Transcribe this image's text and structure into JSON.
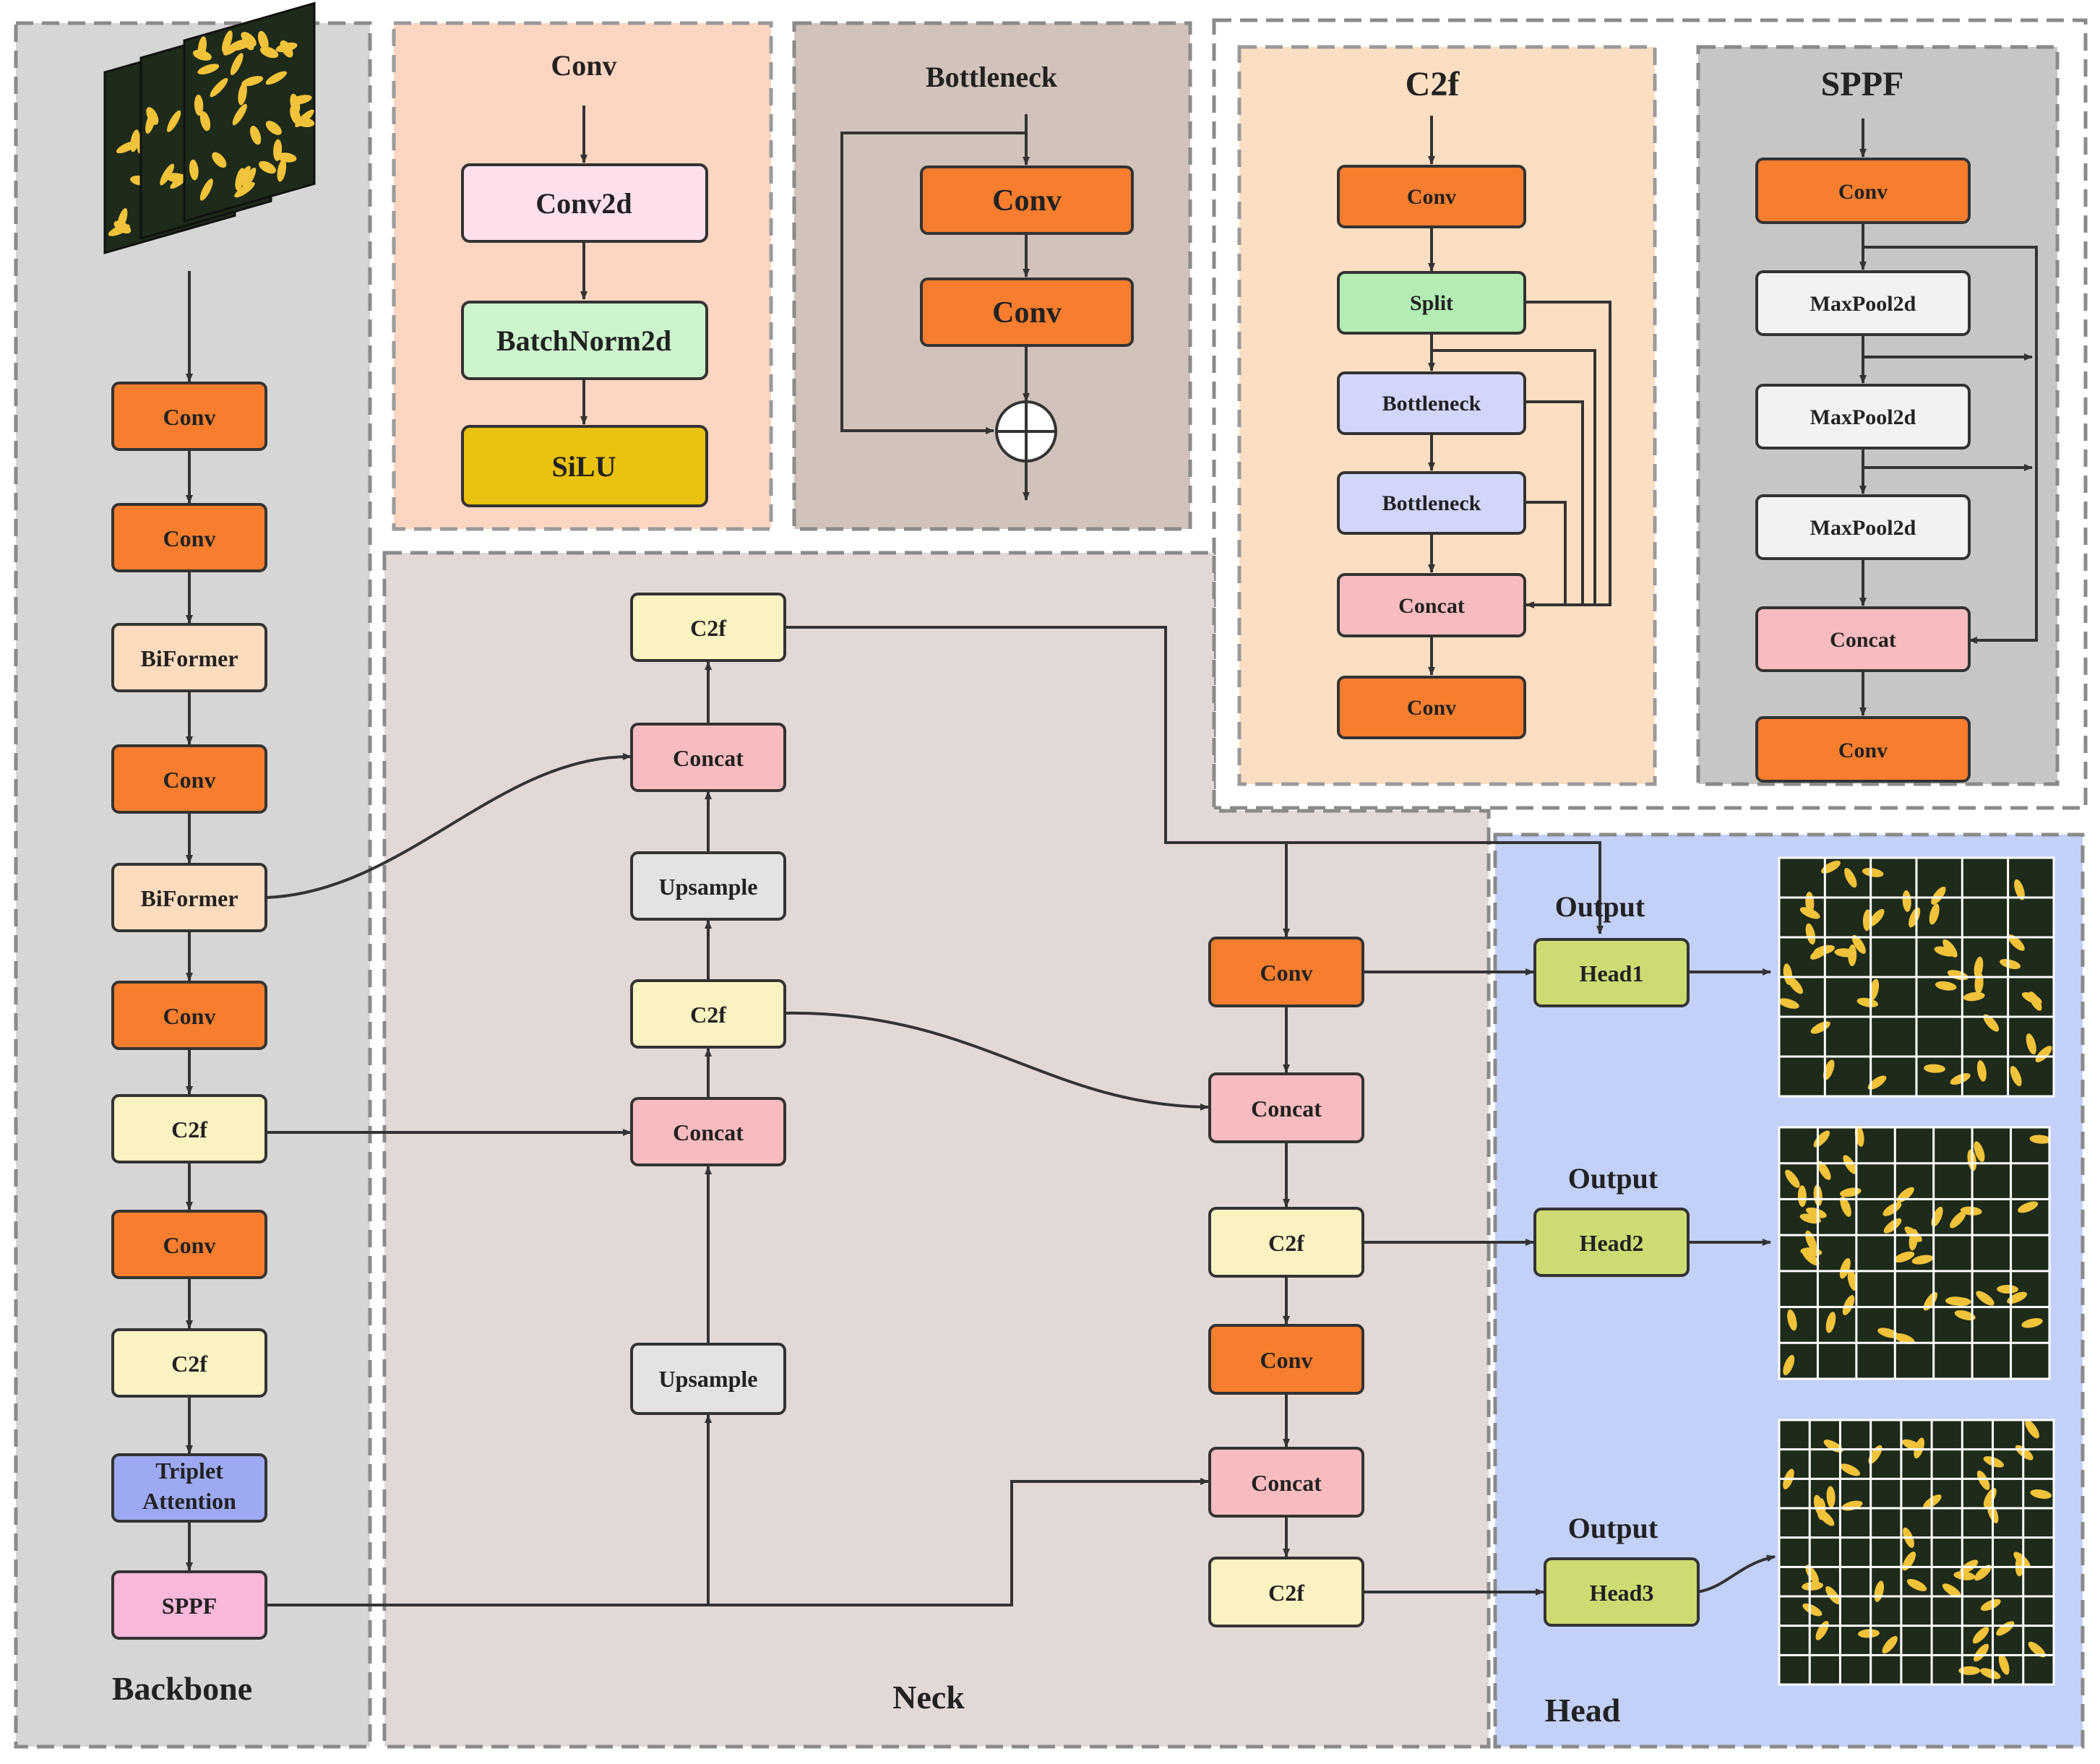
{
  "colors": {
    "conv": "#F77E2E",
    "biformer": "#FDDCBE",
    "c2f": "#FBF2C2",
    "concat": "#F8BCC0",
    "upsample": "#E3E3E3",
    "triplet": "#9EA9F3",
    "sppf_block": "#F7B8DA",
    "head": "#CEDB73",
    "conv2d": "#FDE0EC",
    "batchnorm": "#CDF5CD",
    "silu": "#E9C20F",
    "split": "#B3EDB4",
    "bottleneck": "#D3D6FA",
    "maxpool": "#F2F2F2",
    "panel_backbone": "#D6D6D6",
    "panel_neck": "#E2D9D7",
    "panel_head": "#C3D0F7",
    "panel_conv": "#FDD6C2",
    "panel_bottleneck": "#D1C3BC",
    "panel_c2f": "#FCDFC2",
    "panel_sppf": "#C8C6C5",
    "grain_bg": "#1E2A1A",
    "grain": "#F0C33A"
  },
  "icons": {
    "add": "circle-plus-icon",
    "input": "grain-image-stack-icon",
    "output": "grid-grain-image-icon"
  },
  "sections": {
    "backbone": "Backbone",
    "neck": "Neck",
    "head": "Head"
  },
  "backbone": {
    "b1": "Conv",
    "b2": "Conv",
    "b3": "BiFormer",
    "b4": "Conv",
    "b5": "BiFormer",
    "b6": "Conv",
    "b7": "C2f",
    "b8": "Conv",
    "b9": "C2f",
    "b10_line1": "Triplet",
    "b10_line2": "Attention",
    "b11": "SPPF"
  },
  "neck": {
    "n1": "C2f",
    "n2": "Concat",
    "n3": "Upsample",
    "n4": "C2f",
    "n5": "Concat",
    "n6": "Upsample",
    "r1": "Conv",
    "r2": "Concat",
    "r3": "C2f",
    "r4": "Conv",
    "r5": "Concat",
    "r6": "C2f"
  },
  "head": {
    "output1": "Output",
    "output2": "Output",
    "output3": "Output",
    "head1": "Head1",
    "head2": "Head2",
    "head3": "Head3"
  },
  "conv_module": {
    "title": "Conv",
    "items": [
      "Conv2d",
      "BatchNorm2d",
      "SiLU"
    ]
  },
  "bottleneck_module": {
    "title": "Bottleneck",
    "items": [
      "Conv",
      "Conv"
    ]
  },
  "c2f_module": {
    "title": "C2f",
    "items": [
      "Conv",
      "Split",
      "Bottleneck",
      "Bottleneck",
      "Concat",
      "Conv"
    ]
  },
  "sppf_module": {
    "title": "SPPF",
    "items": [
      "Conv",
      "MaxPool2d",
      "MaxPool2d",
      "MaxPool2d",
      "Concat",
      "Conv"
    ]
  }
}
